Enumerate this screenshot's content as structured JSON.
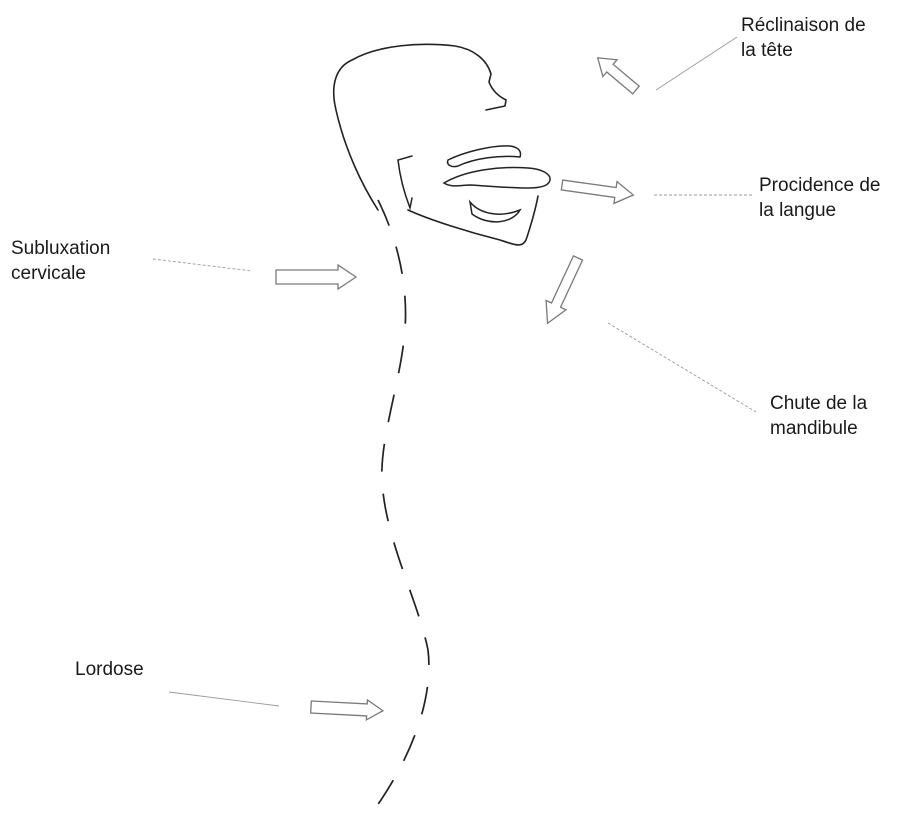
{
  "labels": {
    "reclinaison": {
      "line1": "Réclinaison de",
      "line2": "la tête"
    },
    "procidence": {
      "line1": "Procidence de",
      "line2": "la langue"
    },
    "subluxation": {
      "line1": "Subluxation",
      "line2": "cervicale"
    },
    "chute": {
      "line1": "Chute de la",
      "line2": "mandibule"
    },
    "lordose": {
      "line1": "Lordose"
    }
  },
  "colors": {
    "background": "#ffffff",
    "outline": "#222222",
    "arrow_outline": "#7a7a7a",
    "leader_line": "#9a9a9a",
    "text": "#1a1a1a"
  }
}
